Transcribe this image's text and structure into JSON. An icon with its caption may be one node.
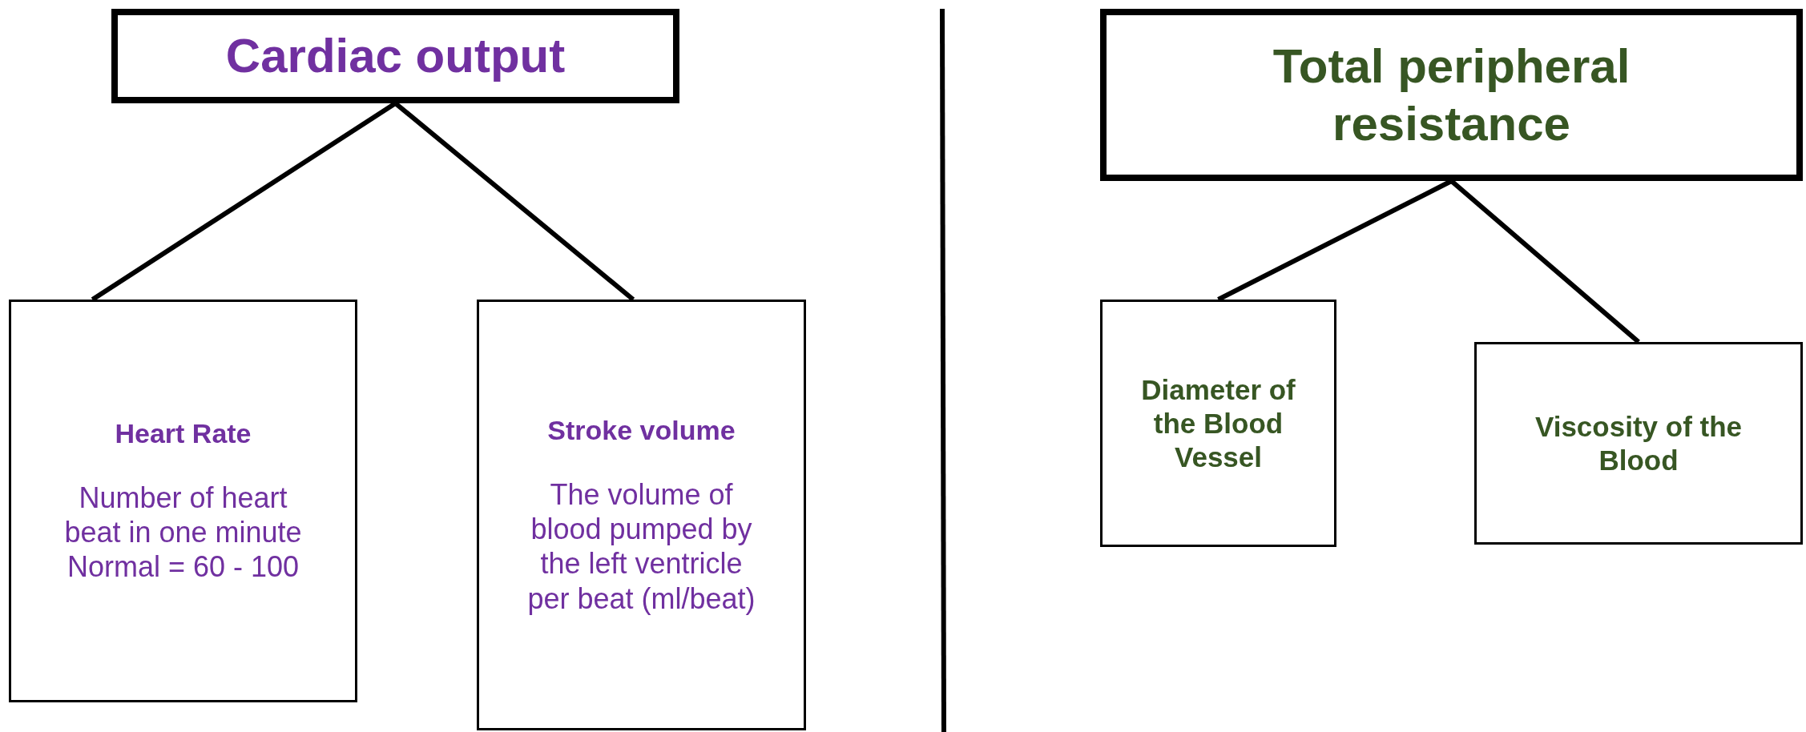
{
  "diagram": {
    "nodes": [
      {
        "text": [
          "Cardiac output"
        ]
      },
      {
        "text": [
          "Heart Rate",
          "Number of heart beat in one minute",
          "Normal = 60 - 100"
        ]
      },
      {
        "text": [
          "Stroke volume",
          "The volume of blood pumped by the left ventricle per beat (ml/beat)"
        ]
      },
      {
        "text": [
          "Total peripheral resistance"
        ]
      },
      {
        "text": [
          "Diameter of the Blood Vessel"
        ]
      },
      {
        "text": [
          "Viscosity of the Blood"
        ]
      }
    ],
    "edges": [
      {
        "from": 0,
        "to": 1,
        "arrow": "none"
      },
      {
        "from": 0,
        "to": 2,
        "arrow": "none"
      },
      {
        "from": 3,
        "to": 4,
        "arrow": "none"
      },
      {
        "from": 3,
        "to": 5,
        "arrow": "none"
      }
    ]
  }
}
